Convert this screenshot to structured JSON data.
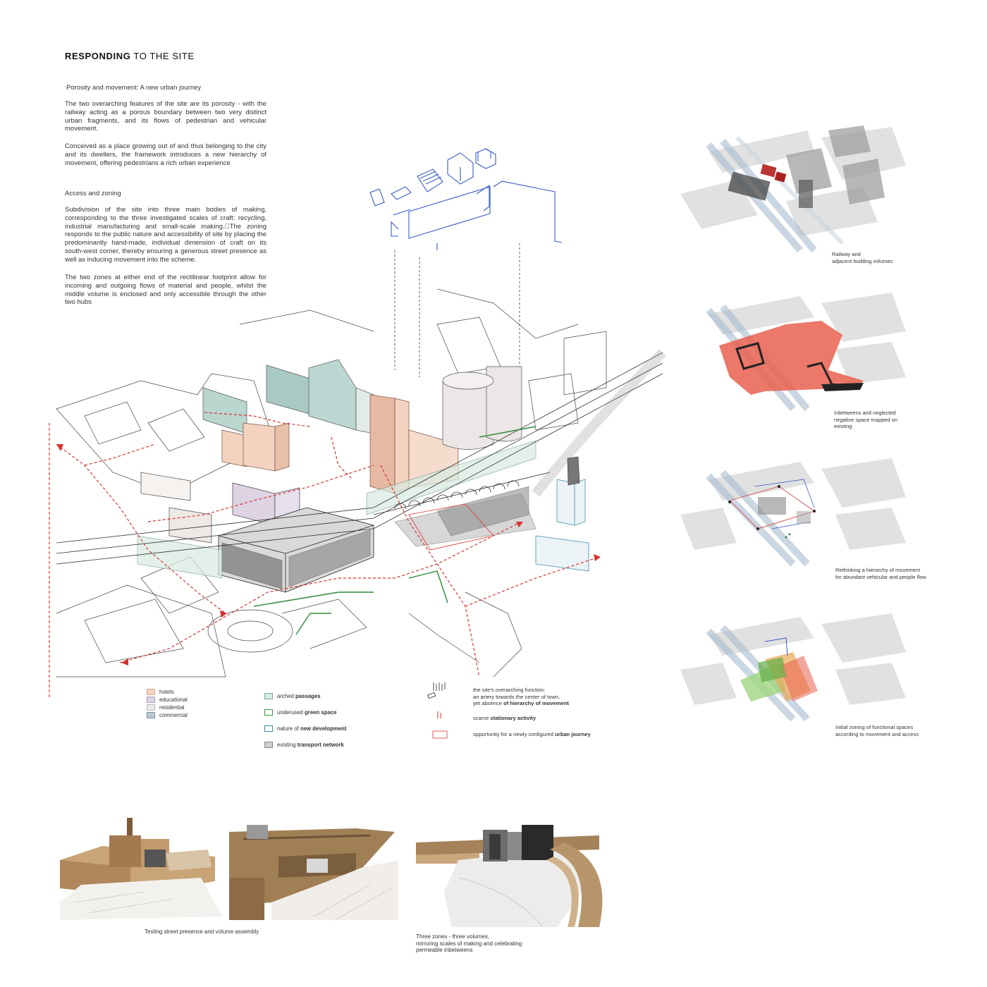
{
  "header": {
    "title_bold": "RESPONDING",
    "title_rest": " TO THE SITE"
  },
  "intro": {
    "section1_heading": "Porosity and movement: A new urban journey",
    "section1_p1": "The two overarching features of the site are its porosity - with the railway acting as a porous boundary between two very distinct urban fragments, and its flows of pedestrian and vehicular movement.",
    "section1_p2": "Conceived as a place growing out of and thus belonging to the city and its dwellers, the framework introduces a new hierarchy of movement, offering pedestrians a rich urban experience",
    "section2_heading": "Access and zoning",
    "section2_p1": "Subdivision of the site into three main bodies of making, corresponding to the three investigated scales of craft: recycling, industrial manufacturing and small-scale making.\u0000The zoning responds to the public nature and accessibility of site by placing the predominantly hand-made, individual dimension of craft on its south-west corner, thereby ensuring a generous street presence as well as inducing movement into the scheme.",
    "section2_p2": "The two zones at either end of the rectilinear footprint allow for incoming and outgoing flows of material and people, whilst the middle volume is enclosed and only accessible through the other two hubs"
  },
  "legend": {
    "uses": [
      {
        "label": "hotels",
        "color": "#f3d2bf"
      },
      {
        "label": "educational",
        "color": "#ddd3e3"
      },
      {
        "label": "residential",
        "color": "#efe9e6"
      },
      {
        "label": "commercial",
        "color": "#b9cad3"
      }
    ],
    "layers": [
      {
        "pre": "arched ",
        "bold": "passages",
        "color": "#d8ebe2",
        "border": "#6fae92"
      },
      {
        "pre": "underused ",
        "bold": "green space",
        "color": "#ffffff",
        "border": "#3a9a3a"
      },
      {
        "pre": "nature of ",
        "bold": "new development",
        "color": "#ffffff",
        "border": "#3a8aa8"
      },
      {
        "pre": "existing ",
        "bold": "transport network",
        "color": "#cfcfcf",
        "border": "#888888"
      }
    ],
    "notes": {
      "function_line1": "the site's overarching function:",
      "function_line2": "an artery towards the center of town,",
      "function_line3_pre": "yet absence ",
      "function_line3_bold": "of hierarchy of movement",
      "stationary_pre": "scarce ",
      "stationary_bold": "stationary activity",
      "journey_pre": "opportunity for a newly configured ",
      "journey_bold": "urban journey"
    }
  },
  "diagrams": [
    {
      "caption_l1": "Railway and",
      "caption_l2": "adjacent building volumes"
    },
    {
      "caption_l1": "Inbetweens and neglected",
      "caption_l2": "negative space mapped on",
      "caption_l3": "existing"
    },
    {
      "caption_l1": "Rethinking a hierarchy of movement",
      "caption_l2": "for abundant vehicular and people flow"
    },
    {
      "caption_l1": "Initial zoning of functional spaces",
      "caption_l2": "according to movement and access"
    }
  ],
  "models": {
    "caption_left": "Testing street presence and volume assembly",
    "caption_right_l1": "Three zones - three volumes,",
    "caption_right_l2": "mirroring scales of making and celebrating",
    "caption_right_l3": "permeable inbetweens"
  },
  "colors": {
    "movement_red": "#d8322f",
    "blue_line": "#3a5bc4",
    "green": "#2e8b3a",
    "hotel": "#f3d2bf",
    "teal": "#a9c9c4"
  }
}
